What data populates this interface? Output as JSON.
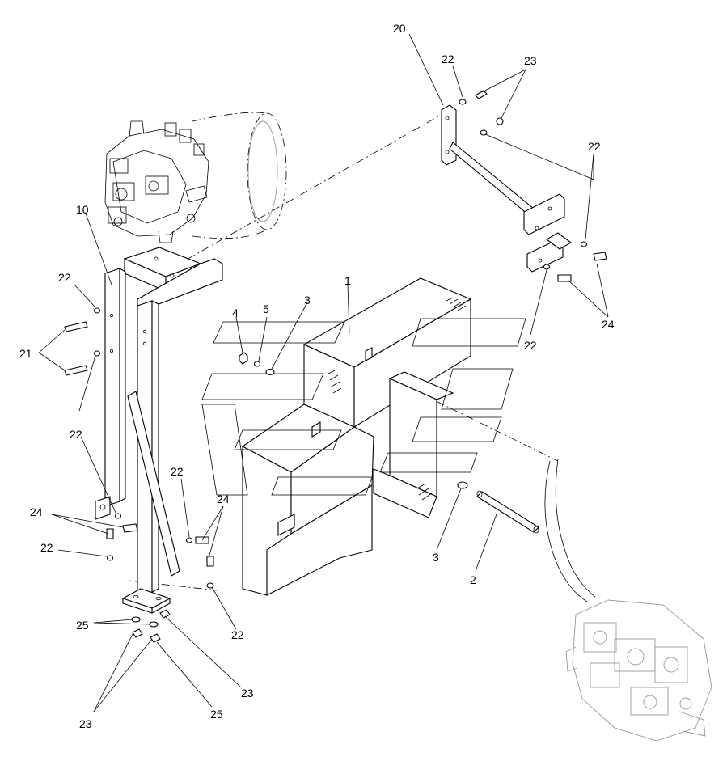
{
  "callouts": {
    "c1": "1",
    "c2": "2",
    "c3a": "3",
    "c3b": "3",
    "c4": "4",
    "c5": "5",
    "c10": "10",
    "c20": "20",
    "c21": "21",
    "c22a": "22",
    "c22b": "22",
    "c22c": "22",
    "c22d": "22",
    "c22e": "22",
    "c22f": "22",
    "c22g": "22",
    "c22h": "22",
    "c23a": "23",
    "c23b": "23",
    "c23c": "23",
    "c24a": "24",
    "c24b": "24",
    "c24c": "24",
    "c25a": "25",
    "c25b": "25"
  }
}
